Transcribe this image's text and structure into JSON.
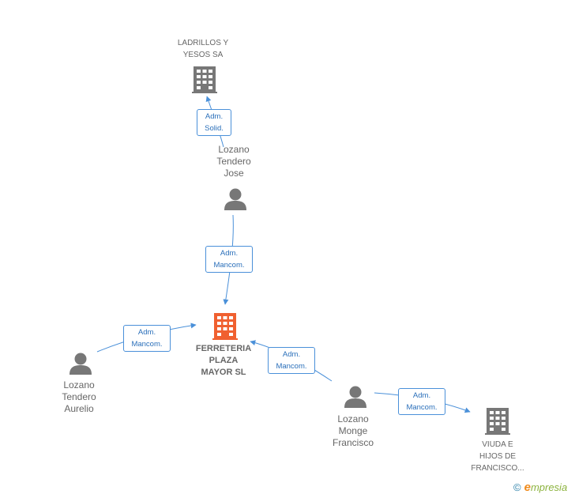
{
  "nodes": {
    "ladrillos": {
      "type": "company",
      "lines": [
        "LADRILLOS Y",
        "YESOS SA"
      ],
      "color": "#777777"
    },
    "ferreteria": {
      "type": "company",
      "lines": [
        "FERRETERIA",
        "PLAZA",
        "MAYOR SL"
      ],
      "color": "#f06030"
    },
    "viuda": {
      "type": "company",
      "lines": [
        "VIUDA E",
        "HIJOS DE",
        "FRANCISCO..."
      ],
      "color": "#777777"
    },
    "jose": {
      "type": "person",
      "lines": [
        "Lozano",
        "Tendero",
        "Jose"
      ],
      "color": "#777777"
    },
    "aurelio": {
      "type": "person",
      "lines": [
        "Lozano",
        "Tendero",
        "Aurelio"
      ],
      "color": "#777777"
    },
    "francisco": {
      "type": "person",
      "lines": [
        "Lozano",
        "Monge",
        "Francisco"
      ],
      "color": "#777777"
    }
  },
  "edges": [
    {
      "from": "jose",
      "to": "ladrillos",
      "lines": [
        "Adm.",
        "Solid."
      ]
    },
    {
      "from": "jose",
      "to": "ferreteria",
      "lines": [
        "Adm.",
        "Mancom."
      ]
    },
    {
      "from": "aurelio",
      "to": "ferreteria",
      "lines": [
        "Adm.",
        "Mancom."
      ]
    },
    {
      "from": "francisco",
      "to": "ferreteria",
      "lines": [
        "Adm.",
        "Mancom."
      ]
    },
    {
      "from": "francisco",
      "to": "viuda",
      "lines": [
        "Adm.",
        "Mancom."
      ]
    }
  ],
  "colors": {
    "edge": "#4a90d9",
    "focus": "#f06030",
    "neutral": "#777777"
  },
  "credit": {
    "symbol": "©",
    "brand_initial": "e",
    "brand_rest": "mpresia"
  }
}
